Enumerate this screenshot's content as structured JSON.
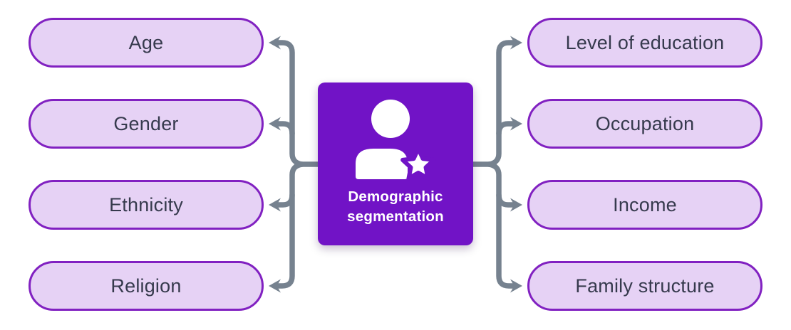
{
  "diagram": {
    "title": "Demographic segmentation",
    "center": {
      "label_line1": "Demographic",
      "label_line2": "segmentation",
      "icon": "person-star-icon"
    },
    "left_items": [
      "Age",
      "Gender",
      "Ethnicity",
      "Religion"
    ],
    "right_items": [
      "Level of education",
      "Occupation",
      "Income",
      "Family structure"
    ]
  },
  "colors": {
    "background": "#ffffff",
    "center_box": "#7113C6",
    "center_text": "#ffffff",
    "pill_fill": "#E6D2F5",
    "pill_border": "#8121C1",
    "pill_text": "#363A4D",
    "connector": "#76828F"
  }
}
